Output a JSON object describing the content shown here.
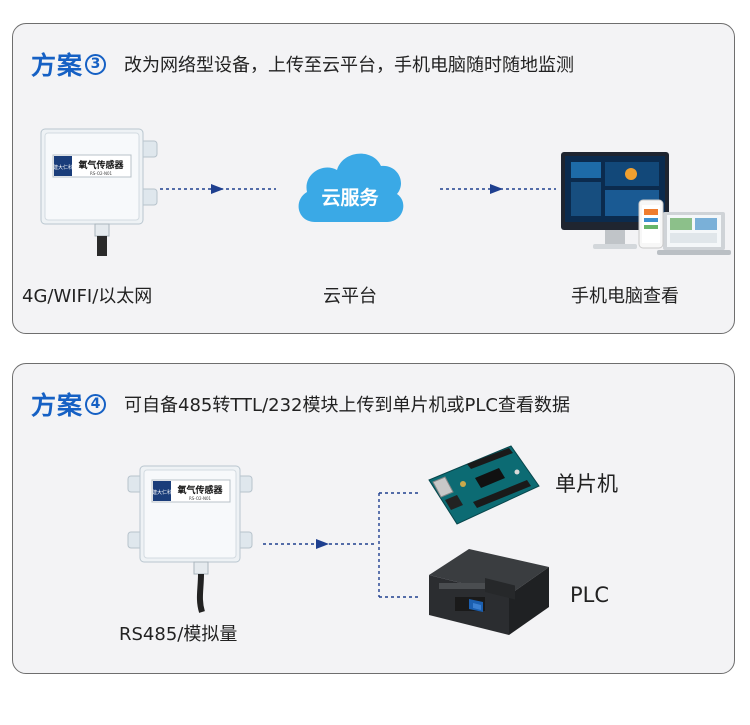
{
  "plan3": {
    "title": "方案",
    "number": "3",
    "description": "改为网络型设备，上传至云平台，手机电脑随时随地监测",
    "device_brand": "建大仁科",
    "device_name": "氧气传感器",
    "device_model": "RS-O2-N01",
    "cloud_label": "云服务",
    "captions": [
      "4G/WIFI/以太网",
      "云平台",
      "手机电脑查看"
    ]
  },
  "plan4": {
    "title": "方案",
    "number": "4",
    "description": "可自备485转TTL/232模块上传到单片机或PLC查看数据",
    "device_brand": "建大仁科",
    "device_name": "氧气传感器",
    "device_model": "RS-O2-N01",
    "sensor_caption": "RS485/模拟量",
    "targets": [
      "单片机",
      "PLC"
    ]
  },
  "colors": {
    "accent": "#1560c4",
    "arrow": "#1e3f8f",
    "cloud": "#3aa9e6"
  }
}
